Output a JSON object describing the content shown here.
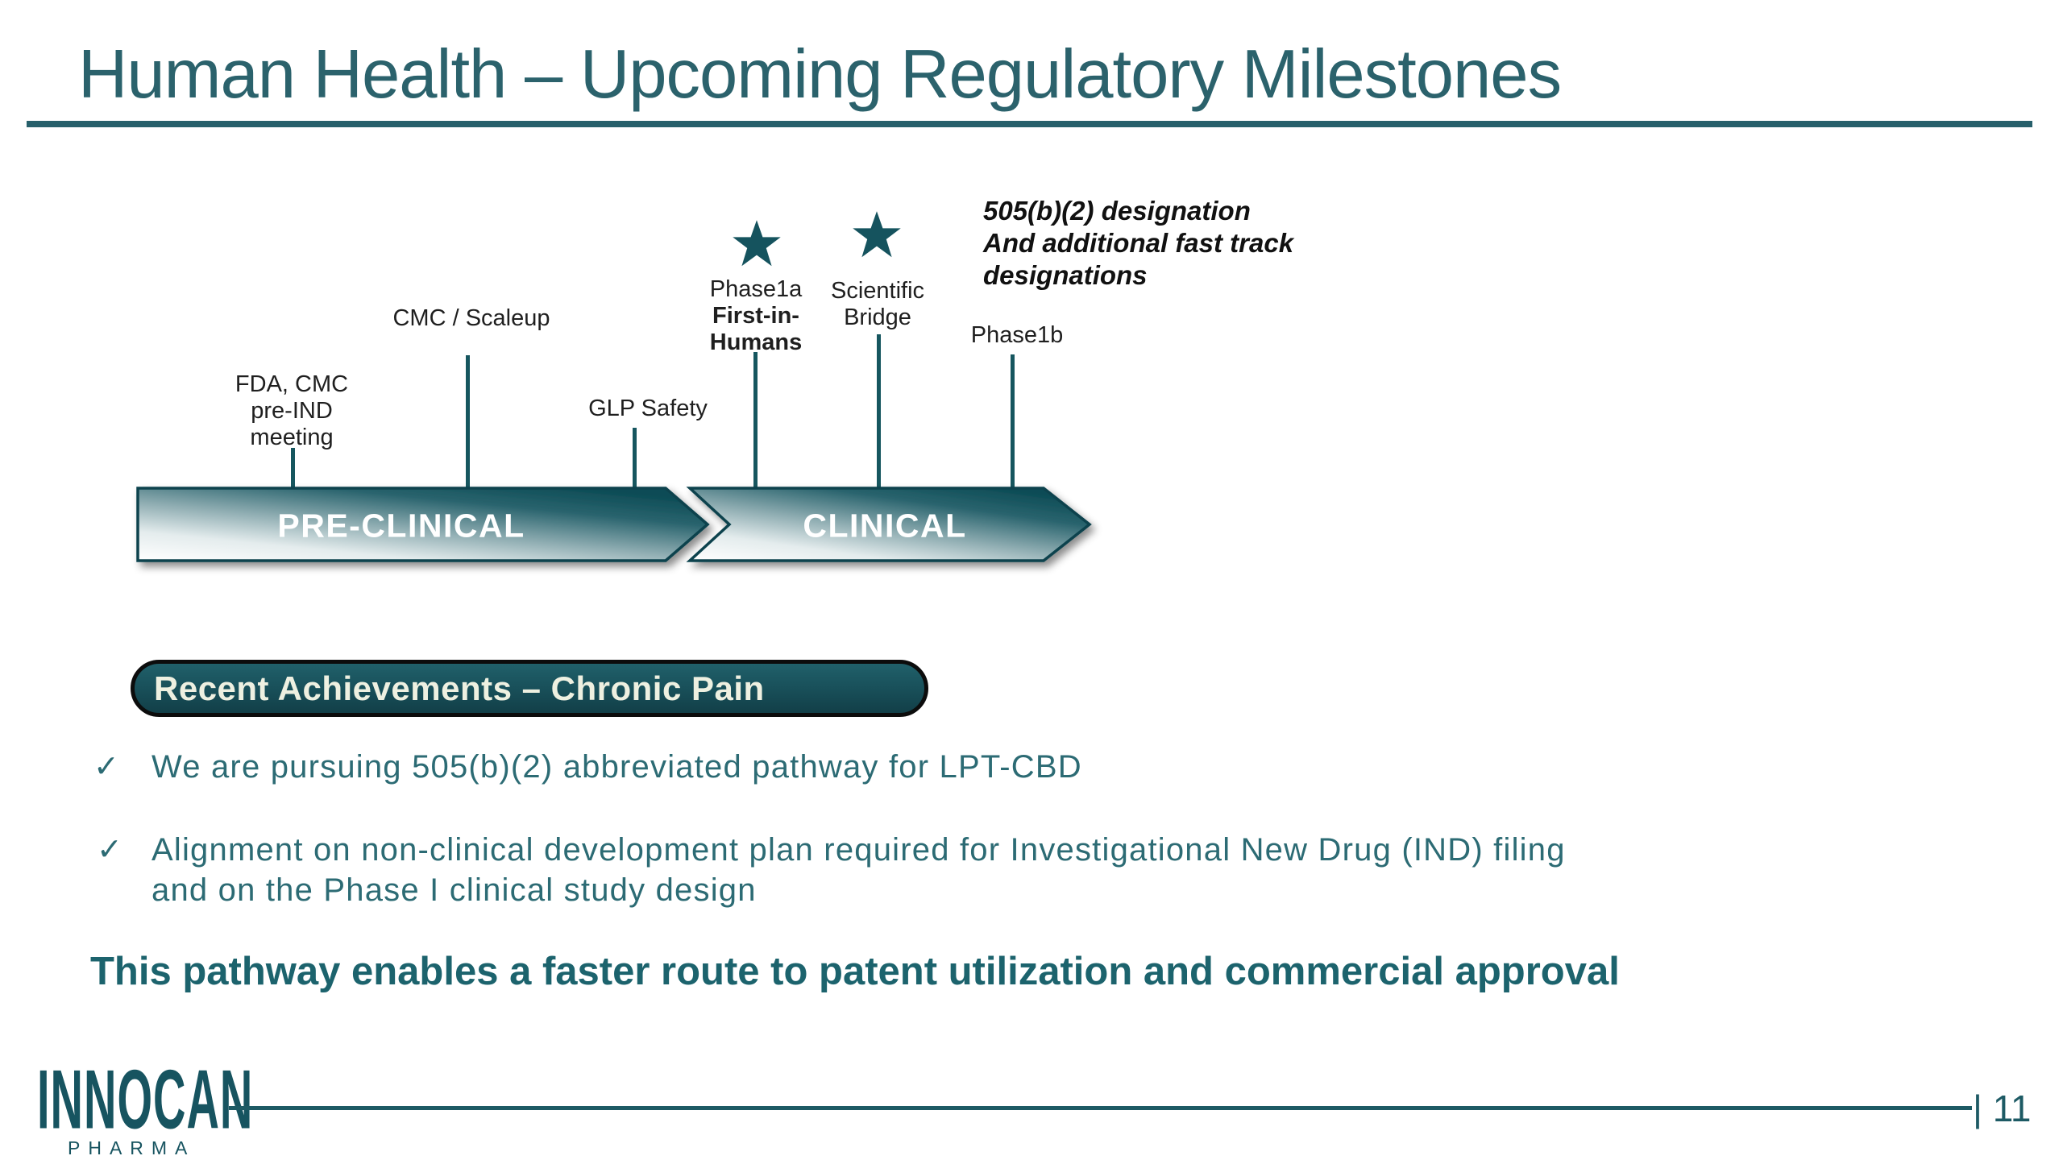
{
  "slide": {
    "title": "Human Health – Upcoming Regulatory Milestones"
  },
  "timeline": {
    "stage1_label": "PRE-CLINICAL",
    "stage2_label": "CLINICAL",
    "milestones": {
      "m1": {
        "line1": "FDA, CMC",
        "line2": "pre-IND",
        "line3": "meeting"
      },
      "m2": {
        "line1": "CMC / Scaleup"
      },
      "m3": {
        "line1": "GLP Safety"
      },
      "m4": {
        "line1": "Phase1a",
        "line2": "First-in-",
        "line3": "Humans"
      },
      "m5": {
        "line1": "Scientific",
        "line2": "Bridge"
      },
      "m6": {
        "line1": "Phase1b"
      }
    },
    "annotation": {
      "line1": "505(b)(2) designation",
      "line2": "And additional fast track",
      "line3": "designations"
    }
  },
  "achievements": {
    "header": "Recent Achievements – Chronic Pain",
    "check_glyph": "✓",
    "bullet1": "We are pursuing 505(b)(2) abbreviated pathway for LPT-CBD",
    "bullet2_line1": "Alignment on non-clinical development plan required for Investigational New Drug (IND) filing",
    "bullet2_line2": "and on the Phase I clinical study design",
    "statement": "This pathway enables a faster route to patent utilization and commercial approval"
  },
  "footer": {
    "logo_primary": "INNOCAN",
    "logo_secondary": "PHARMA",
    "page_label": "| 11"
  },
  "colors": {
    "teal_title": "#2b626c",
    "teal_text": "#2c6b74",
    "teal_statement": "#1c636d",
    "teal_primary": "#1b5a64",
    "arrow_dark": "#0d4c56",
    "arrow_outline": "#0a434d",
    "star_fill": "#15535e",
    "box_fill": "#1a535d",
    "box_text_cream": "#eef0e1",
    "annotation_black": "#111111"
  }
}
